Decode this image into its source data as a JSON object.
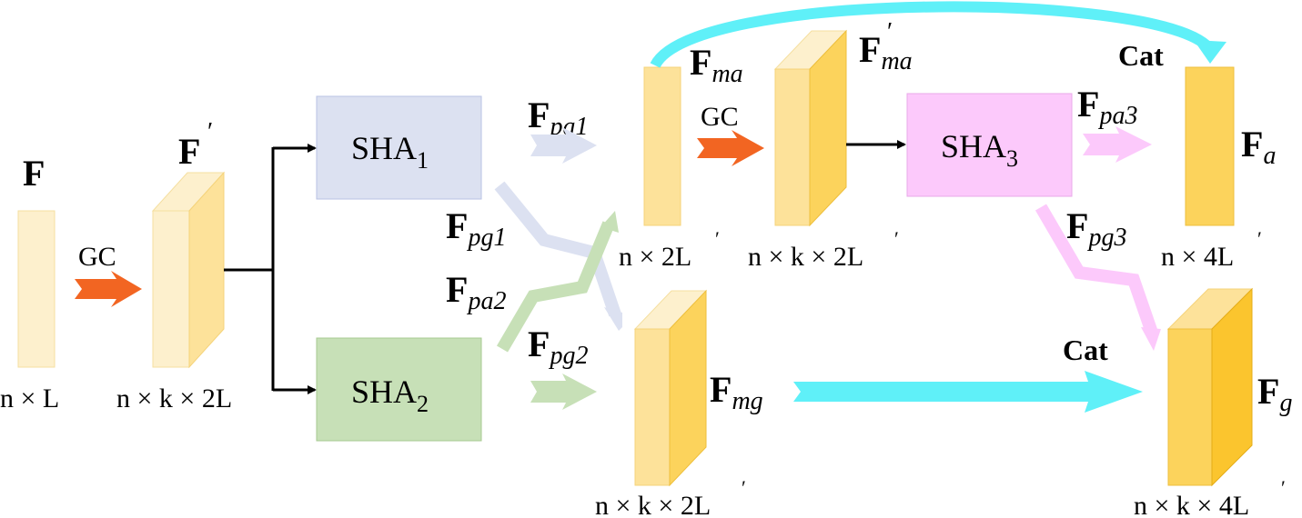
{
  "colors": {
    "sha1": "#dce1f1",
    "sha1_border": "#b8c2e4",
    "sha2": "#c7e0b7",
    "sha2_border": "#a7ca90",
    "sha3": "#fcc9fb",
    "sha3_border": "#e9a9ea",
    "gc": "#7b3d98",
    "cat": "#ff0000",
    "orange_arrow": "#f26522",
    "cyan_arrow": "#5ff0f8",
    "feat_light": "#fdf0cd",
    "feat_mid": "#fde29a",
    "feat_deep": "#fcd35c"
  },
  "labels": {
    "F": "F",
    "F_prime": "F",
    "prime": "′",
    "GC": "GC",
    "SHA": "SHA",
    "sub1": "1",
    "sub2": "2",
    "sub3": "3",
    "Cat": "Cat",
    "pa1": "pa1",
    "pa2": "pa2",
    "pa3": "pa3",
    "pg1": "pg1",
    "pg2": "pg2",
    "pg3": "pg3",
    "ma": "ma",
    "mg": "mg",
    "a": "a",
    "g": "g"
  },
  "dims": {
    "d1": "n × L",
    "d2": "n × k × 2L",
    "d3": "n × 2L",
    "d4": "n × k × 2L",
    "d5": "n × 4L",
    "d6": "n × k × 2L",
    "d7": "n × k × 4L"
  }
}
